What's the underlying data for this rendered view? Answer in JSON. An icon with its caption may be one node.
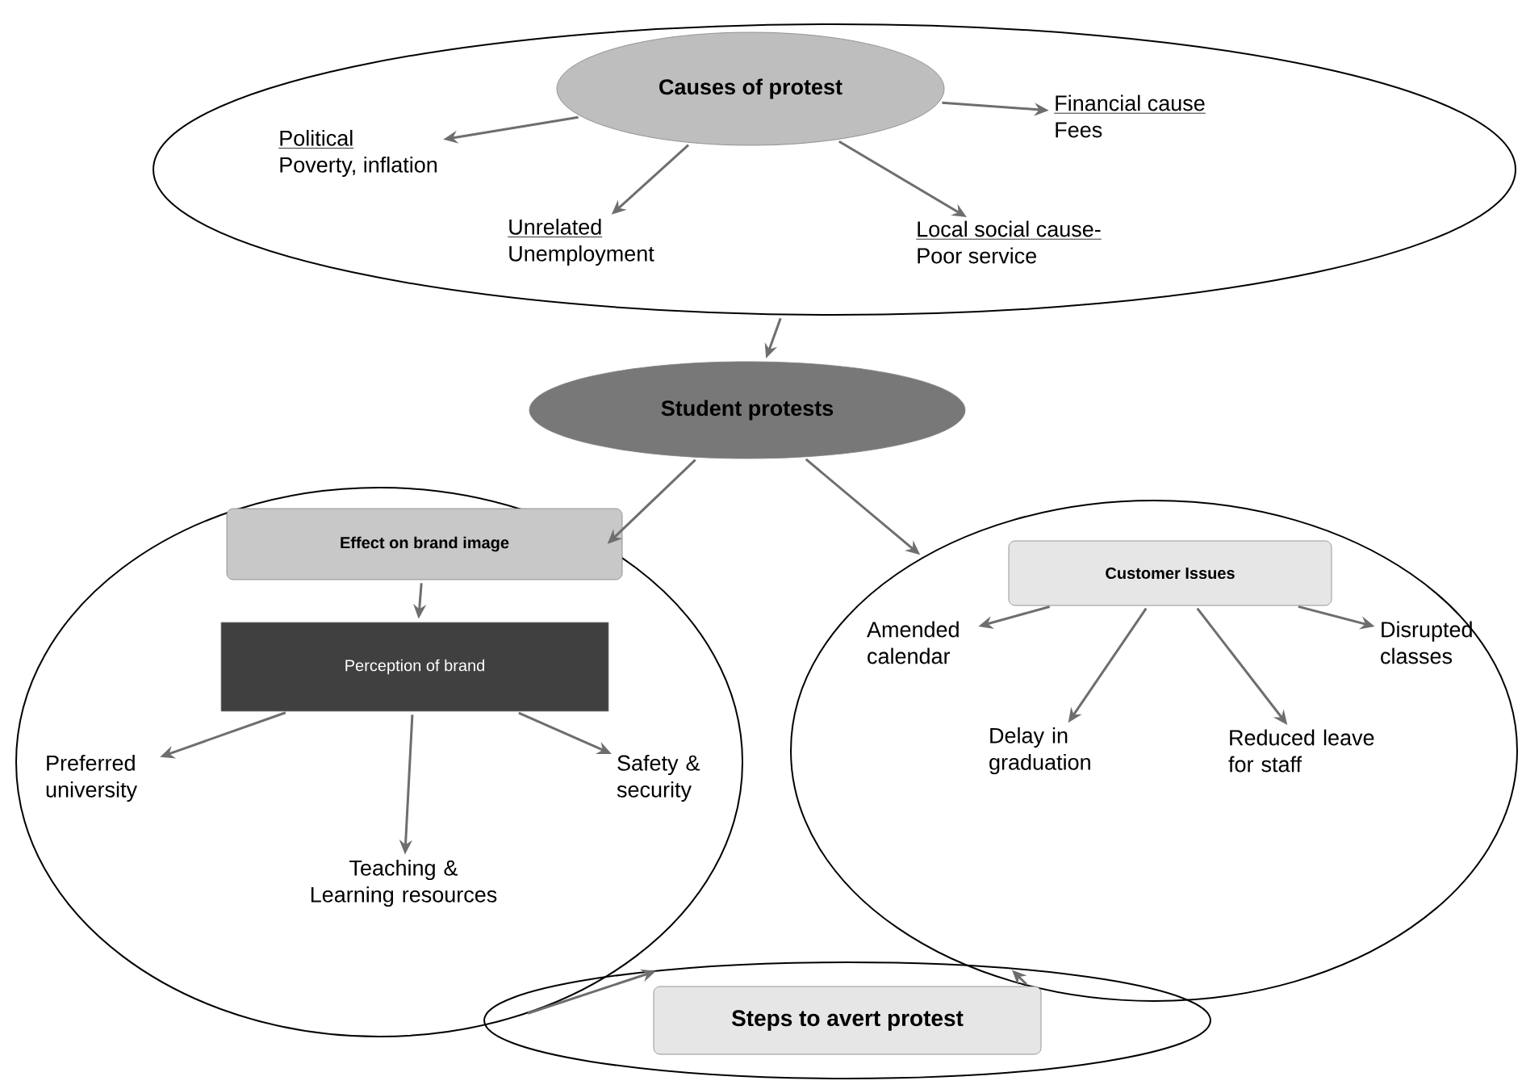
{
  "diagram": {
    "nodes": [
      {
        "text": [],
        "shape": "ellipse"
      },
      {
        "text": [
          "Causes of protest"
        ],
        "in": 0
      },
      {
        "text": [
          "Political",
          "Poverty, inflation"
        ],
        "in": 0
      },
      {
        "text": [
          "Financial cause",
          "Fees"
        ],
        "in": 0
      },
      {
        "text": [
          "Unrelated",
          "Unemployment"
        ],
        "in": 0
      },
      {
        "text": [
          "Local social cause-",
          "Poor service"
        ],
        "in": 0
      },
      {
        "text": [
          "Student protests"
        ]
      },
      {
        "text": [],
        "shape": "ellipse"
      },
      {
        "text": [
          "Effect on brand image"
        ],
        "in": 7
      },
      {
        "text": [
          "Perception of brand"
        ],
        "in": 7
      },
      {
        "text": [
          "Preferred university"
        ],
        "in": 7
      },
      {
        "text": [
          "Teaching & Learning resources"
        ],
        "in": 7
      },
      {
        "text": [
          "Safety & security"
        ],
        "in": 7
      },
      {
        "text": [],
        "shape": "ellipse"
      },
      {
        "text": [
          "Customer Issues"
        ],
        "in": 13
      },
      {
        "text": [
          "Amended calendar"
        ],
        "in": 13
      },
      {
        "text": [
          "Delay in graduation"
        ],
        "in": 13
      },
      {
        "text": [
          "Reduced leave for staff"
        ],
        "in": 13
      },
      {
        "text": [
          "Disrupted classes"
        ],
        "in": 13
      },
      {
        "text": [],
        "shape": "ellipse"
      },
      {
        "text": [
          "Steps to avert protest"
        ],
        "in": 19
      }
    ],
    "edges": [
      {
        "from": 1,
        "to": 2,
        "arrow": "to"
      },
      {
        "from": 1,
        "to": 3,
        "arrow": "to"
      },
      {
        "from": 1,
        "to": 4,
        "arrow": "to"
      },
      {
        "from": 1,
        "to": 5,
        "arrow": "to"
      },
      {
        "from": 0,
        "to": 6,
        "arrow": "to"
      },
      {
        "from": 6,
        "to": 7,
        "arrow": "to"
      },
      {
        "from": 6,
        "to": 13,
        "arrow": "to"
      },
      {
        "from": 8,
        "to": 9,
        "arrow": "to"
      },
      {
        "from": 9,
        "to": 10,
        "arrow": "to"
      },
      {
        "from": 9,
        "to": 11,
        "arrow": "to"
      },
      {
        "from": 9,
        "to": 12,
        "arrow": "to"
      },
      {
        "from": 14,
        "to": 15,
        "arrow": "to"
      },
      {
        "from": 14,
        "to": 16,
        "arrow": "to"
      },
      {
        "from": 14,
        "to": 17,
        "arrow": "to"
      },
      {
        "from": 14,
        "to": 18,
        "arrow": "to"
      },
      {
        "from": 7,
        "to": 19,
        "arrow": "to"
      },
      {
        "from": 13,
        "to": 19,
        "arrow": "to"
      }
    ]
  }
}
